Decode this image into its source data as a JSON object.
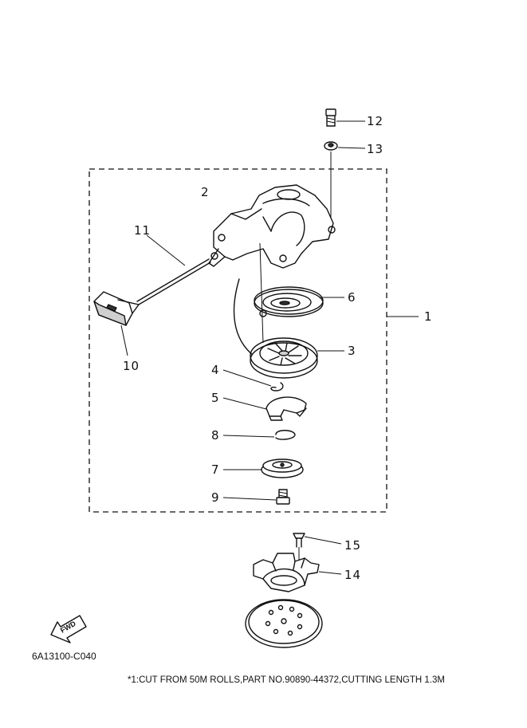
{
  "diagram": {
    "drawing_code": "6A13100-C040",
    "footnote": "*1:CUT FROM 50M ROLLS,PART NO.90890-44372,CUTTING LENGTH 1.3M",
    "fwd_label": "FWD",
    "callouts": {
      "c1": "1",
      "c2": "2",
      "c3": "3",
      "c4": "4",
      "c5": "5",
      "c6": "6",
      "c7": "7",
      "c8": "8",
      "c9": "9",
      "c10": "10",
      "c11": "11",
      "c12": "12",
      "c13": "13",
      "c14": "14",
      "c15": "15"
    }
  }
}
